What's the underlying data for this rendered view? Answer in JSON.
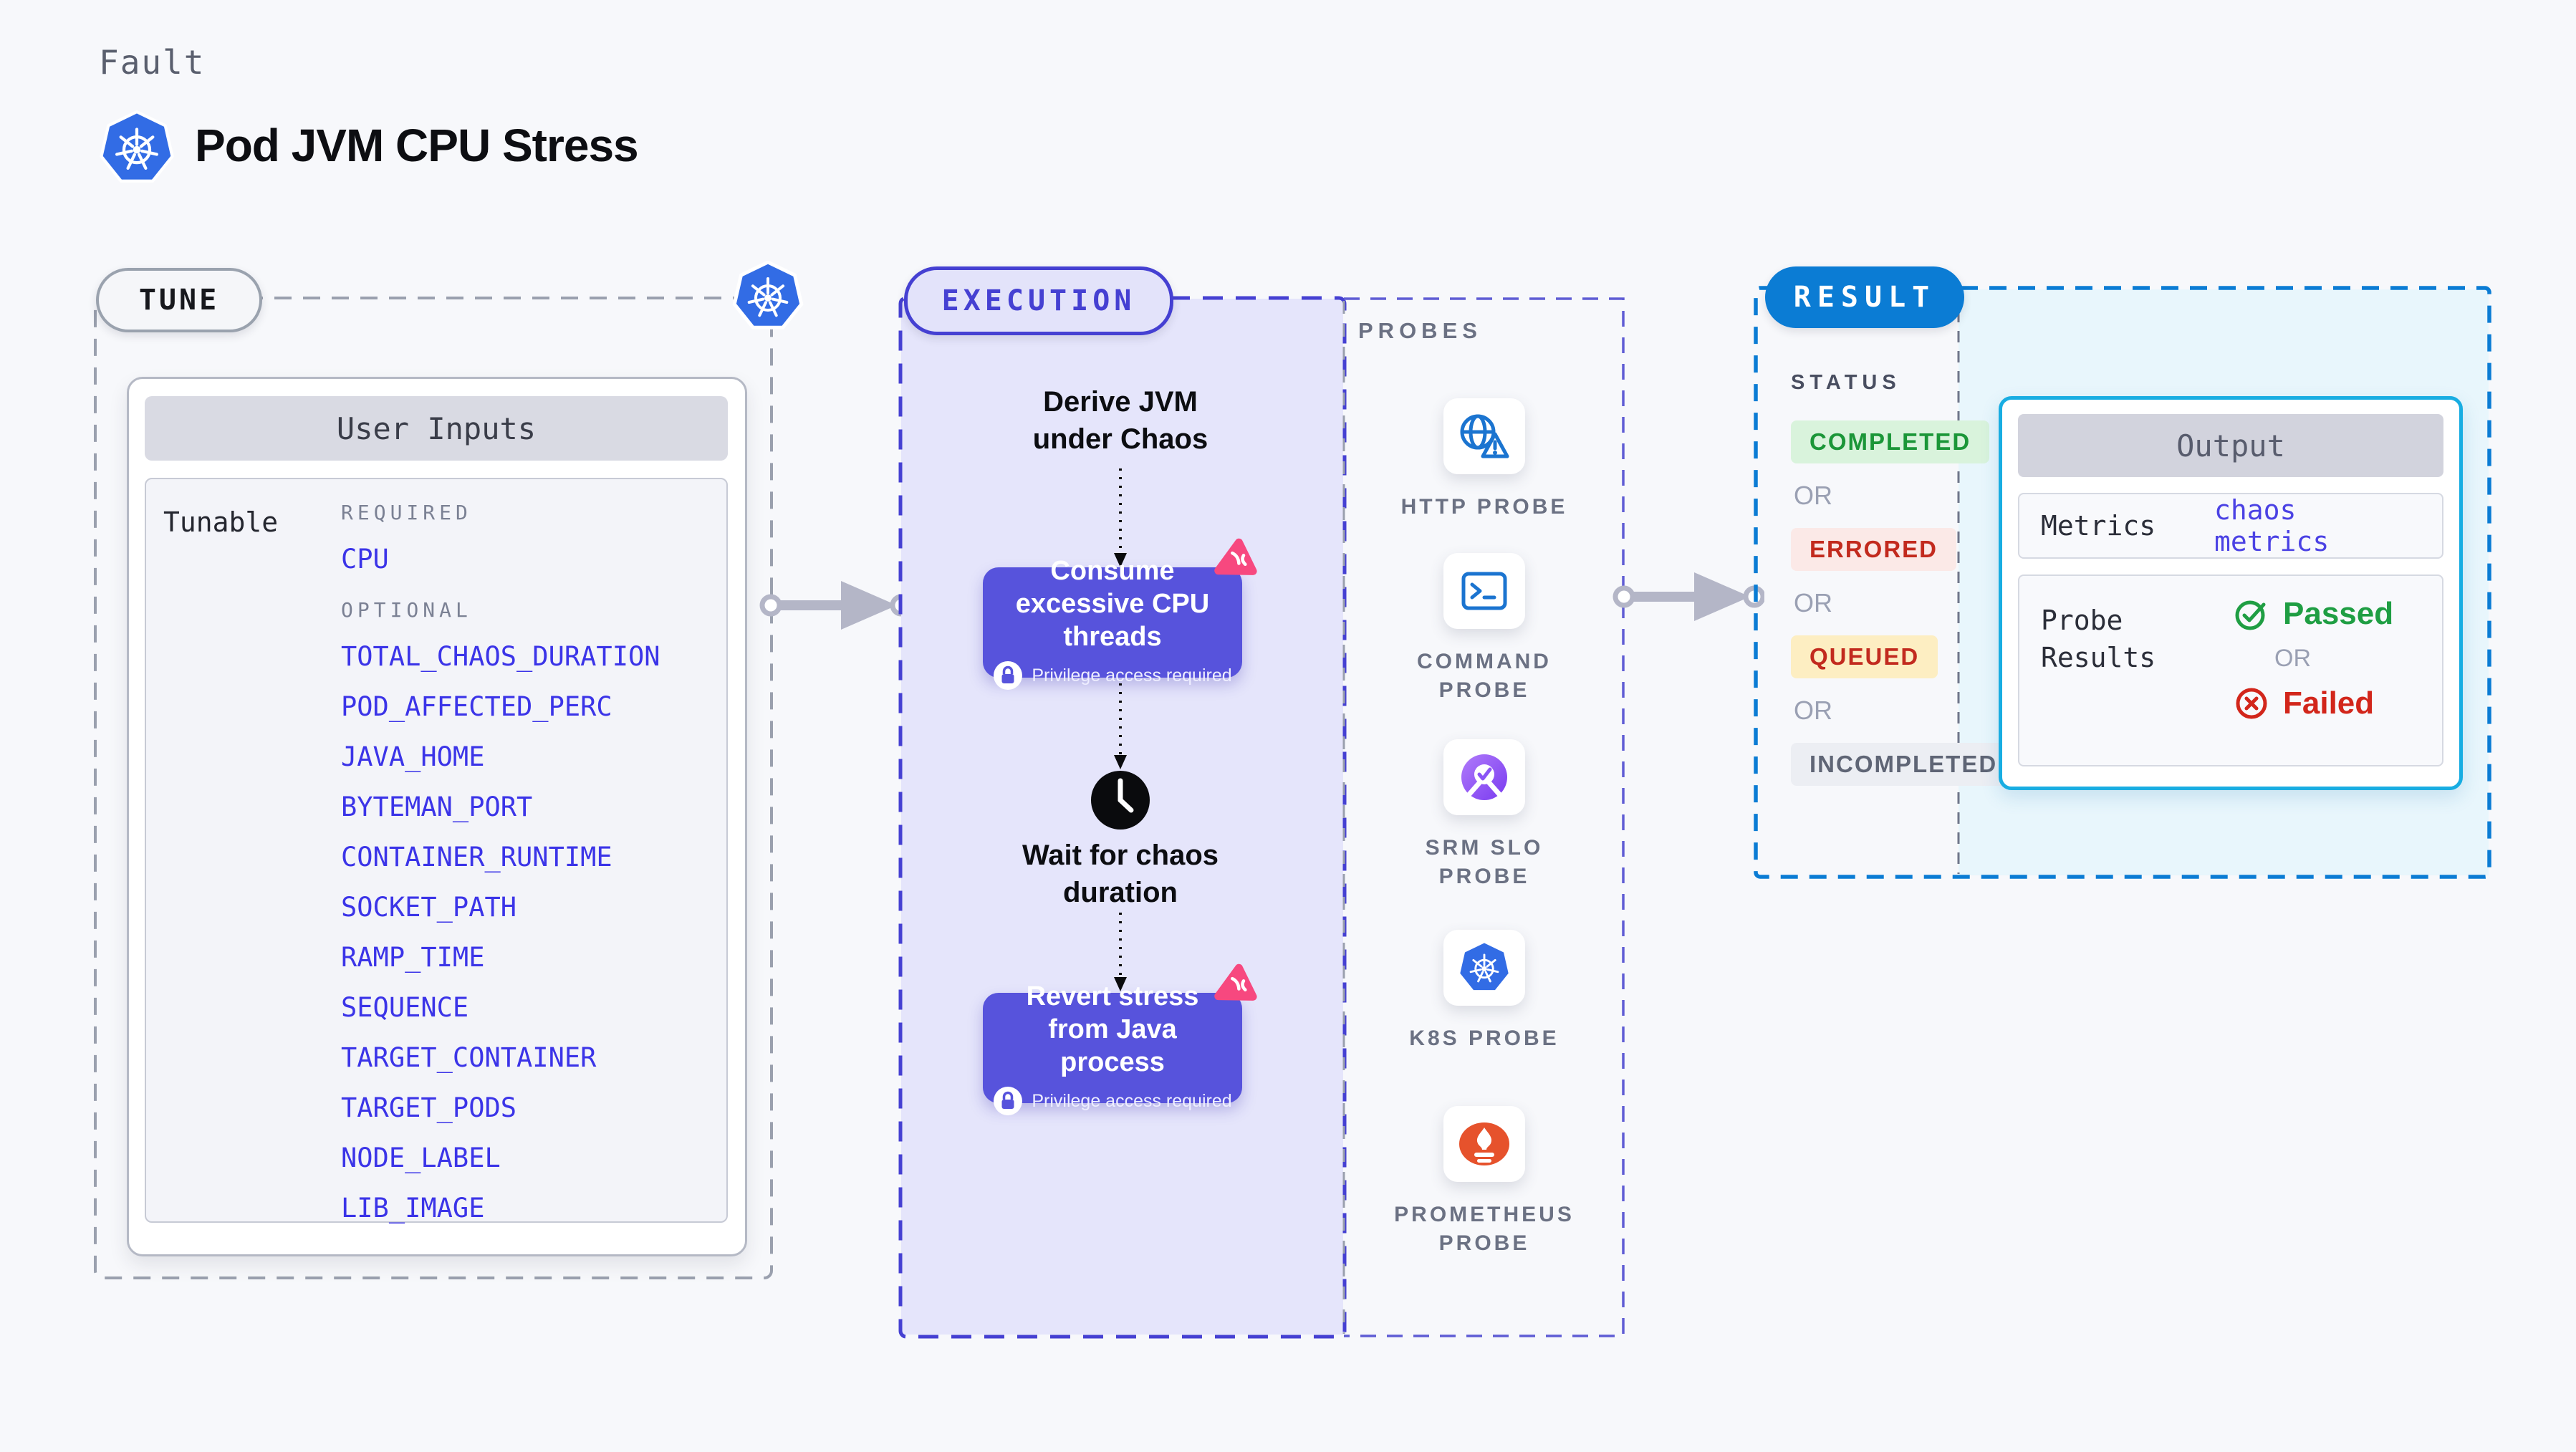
{
  "header": {
    "kicker": "Fault",
    "title": "Pod JVM CPU Stress"
  },
  "tune": {
    "badge": "TUNE",
    "card_title": "User Inputs",
    "row_label": "Tunable",
    "required_label": "REQUIRED",
    "optional_label": "OPTIONAL",
    "required_items": [
      "CPU"
    ],
    "optional_items": [
      "TOTAL_CHAOS_DURATION",
      "POD_AFFECTED_PERC",
      "JAVA_HOME",
      "BYTEMAN_PORT",
      "CONTAINER_RUNTIME",
      "SOCKET_PATH",
      "RAMP_TIME",
      "SEQUENCE",
      "TARGET_CONTAINER",
      "TARGET_PODS",
      "NODE_LABEL",
      "LIB_IMAGE"
    ]
  },
  "execution": {
    "badge": "EXECUTION",
    "derive_step": "Derive JVM under Chaos",
    "consume_step": "Consume excessive CPU threads",
    "wait_step": "Wait for chaos duration",
    "revert_step": "Revert stress from Java process",
    "privilege_note": "Privilege access required"
  },
  "probes": {
    "title": "PROBES",
    "items": [
      {
        "label": "HTTP PROBE",
        "icon": "globe-alert-icon"
      },
      {
        "label": "COMMAND PROBE",
        "icon": "terminal-icon"
      },
      {
        "label": "SRM SLO PROBE",
        "icon": "slo-check-icon"
      },
      {
        "label": "K8S PROBE",
        "icon": "kubernetes-icon"
      },
      {
        "label": "PROMETHEUS PROBE",
        "icon": "prometheus-flame-icon"
      }
    ]
  },
  "result": {
    "badge": "RESULT",
    "status_label": "STATUS",
    "or_label": "OR",
    "statuses": [
      {
        "label": "COMPLETED",
        "fg": "#1b9638",
        "bg": "#d9f3dc"
      },
      {
        "label": "ERRORED",
        "fg": "#c22a1e",
        "bg": "#fbe9e7"
      },
      {
        "label": "QUEUED",
        "fg": "#c22a1e",
        "bg": "#fdeec2"
      },
      {
        "label": "INCOMPLETED",
        "fg": "#5f6575",
        "bg": "#eceef3"
      }
    ],
    "output": {
      "title": "Output",
      "metrics_label": "Metrics",
      "metrics_value": "chaos metrics",
      "probe_results_label": "Probe Results",
      "passed_label": "Passed",
      "or_label": "OR",
      "failed_label": "Failed"
    }
  },
  "colors": {
    "page_bg": "#f7f8fb",
    "tune_gray": "#9aa0ae",
    "exec_indigo": "#4540d2",
    "exec_fill": "#e5e5fb",
    "node_purple": "#5753dc",
    "pink_logo": "#f7487f",
    "k8s_blue": "#326ce5",
    "probe_icon_blue": "#1b74d0",
    "result_blue": "#0b7cd4",
    "output_border_cyan": "#18ade2",
    "result_fill_cyan": "#e8f6fc",
    "passed_green": "#1f9e43",
    "failed_red": "#d2261b",
    "link_indigo": "#3b34e8",
    "arrow_gray": "#b4b6c7"
  }
}
